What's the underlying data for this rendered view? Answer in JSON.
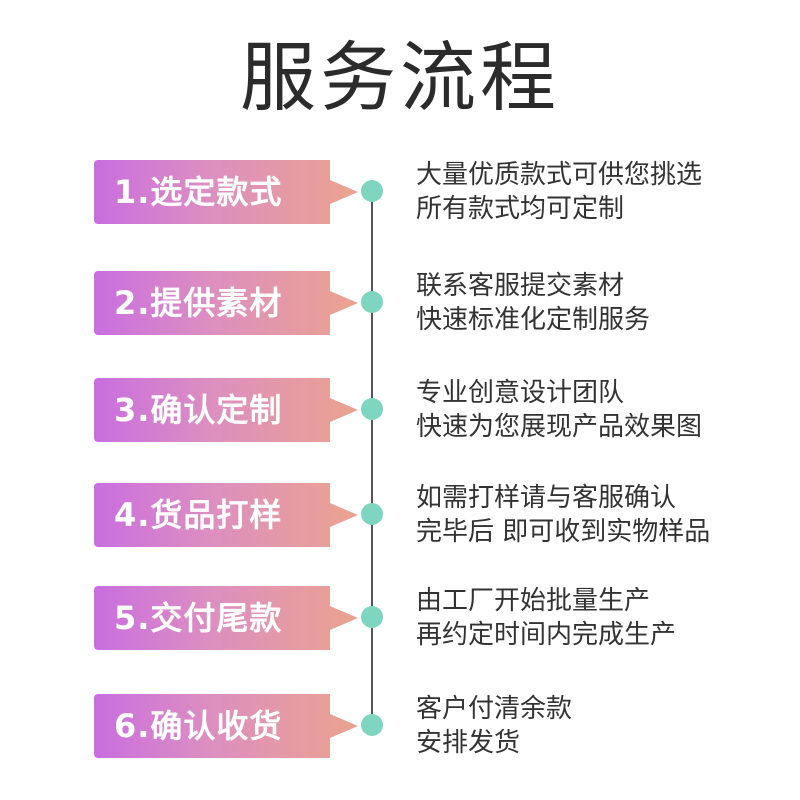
{
  "title": "服务流程",
  "colors": {
    "pill_gradient_start": "#c96ee0",
    "pill_gradient_mid": "#dd8fc0",
    "pill_gradient_end": "#eba38e",
    "dot": "#7fd6c0",
    "line": "#555555",
    "title_text": "#2b2b2b",
    "desc_text": "#333333"
  },
  "steps": [
    {
      "label": "1.选定款式",
      "desc": [
        "大量优质款式可供您挑选",
        "所有款式均可定制"
      ]
    },
    {
      "label": "2.提供素材",
      "desc": [
        "联系客服提交素材",
        "快速标准化定制服务"
      ]
    },
    {
      "label": "3.确认定制",
      "desc": [
        "专业创意设计团队",
        "快速为您展现产品效果图"
      ]
    },
    {
      "label": "4.货品打样",
      "desc": [
        "如需打样请与客服确认",
        "完毕后 即可收到实物样品"
      ]
    },
    {
      "label": "5.交付尾款",
      "desc": [
        "由工厂开始批量生产",
        "再约定时间内完成生产"
      ]
    },
    {
      "label": "6.确认收货",
      "desc": [
        "客户付清余款",
        "安排发货"
      ]
    }
  ]
}
